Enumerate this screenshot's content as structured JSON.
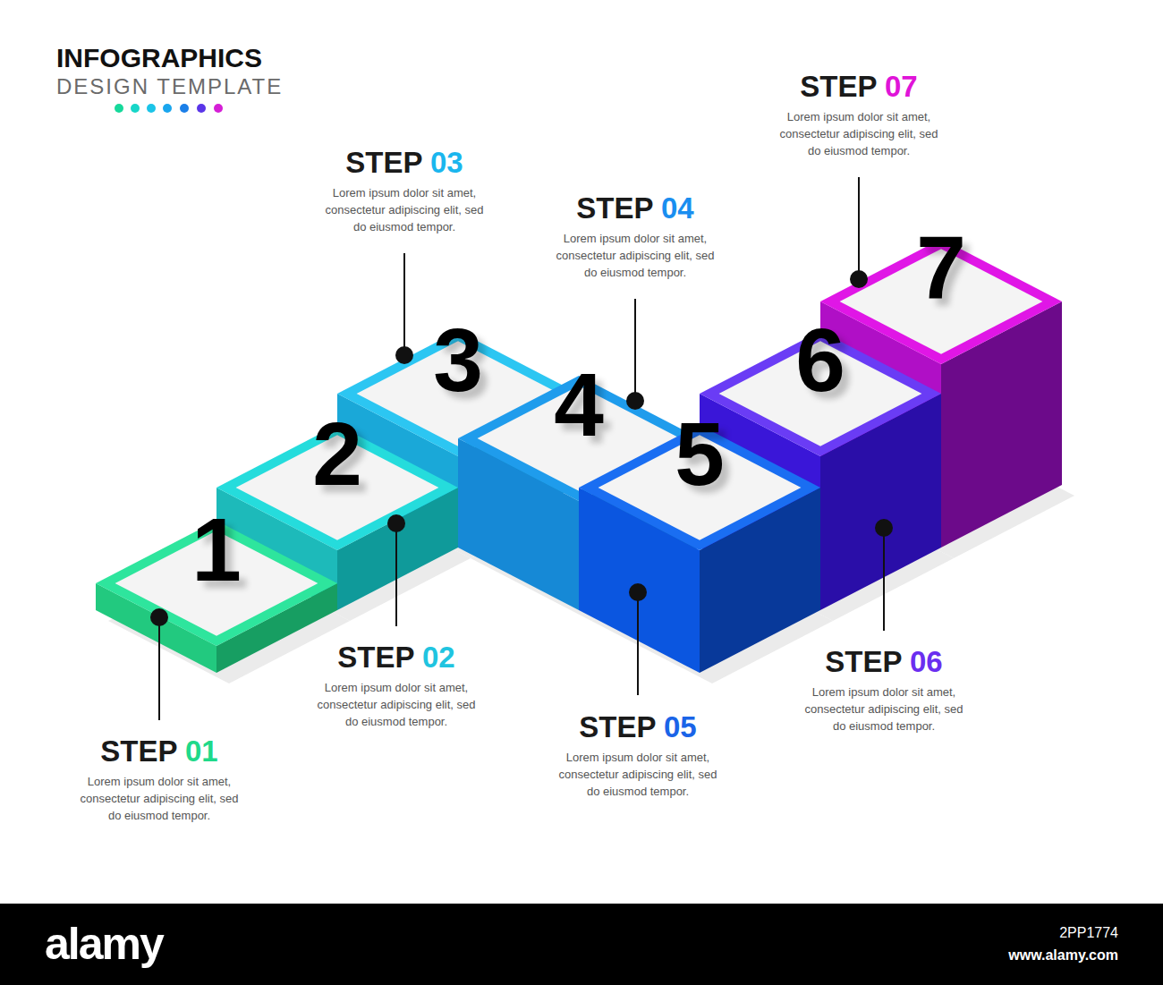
{
  "diagram": {
    "title": "INFOGRAPHICS",
    "nodes": [
      {
        "text": [
          "1"
        ]
      },
      {
        "text": [
          "2"
        ]
      },
      {
        "text": [
          "3"
        ]
      },
      {
        "text": [
          "4"
        ]
      },
      {
        "text": [
          "5"
        ]
      },
      {
        "text": [
          "6"
        ]
      },
      {
        "text": [
          "7"
        ]
      }
    ],
    "labels": [
      "DESIGN TEMPLATE",
      "STEP 01",
      "Lorem ipsum dolor sit amet, consectetur adipiscing elit, sed do eiusmod tempor.",
      "STEP 02",
      "Lorem ipsum dolor sit amet, consectetur adipiscing elit, sed do eiusmod tempor.",
      "STEP 03",
      "Lorem ipsum dolor sit amet, consectetur adipiscing elit, sed do eiusmod tempor.",
      "STEP 04",
      "Lorem ipsum dolor sit amet, consectetur adipiscing elit, sed do eiusmod tempor.",
      "STEP 05",
      "Lorem ipsum dolor sit amet, consectetur adipiscing elit, sed do eiusmod tempor.",
      "STEP 06",
      "Lorem ipsum dolor sit amet, consectetur adipiscing elit, sed do eiusmod tempor.",
      "STEP 07",
      "Lorem ipsum dolor sit amet, consectetur adipiscing elit, sed do eiusmod tempor.",
      "alamy",
      "2PP1774",
      "www.alamy.com"
    ]
  }
}
